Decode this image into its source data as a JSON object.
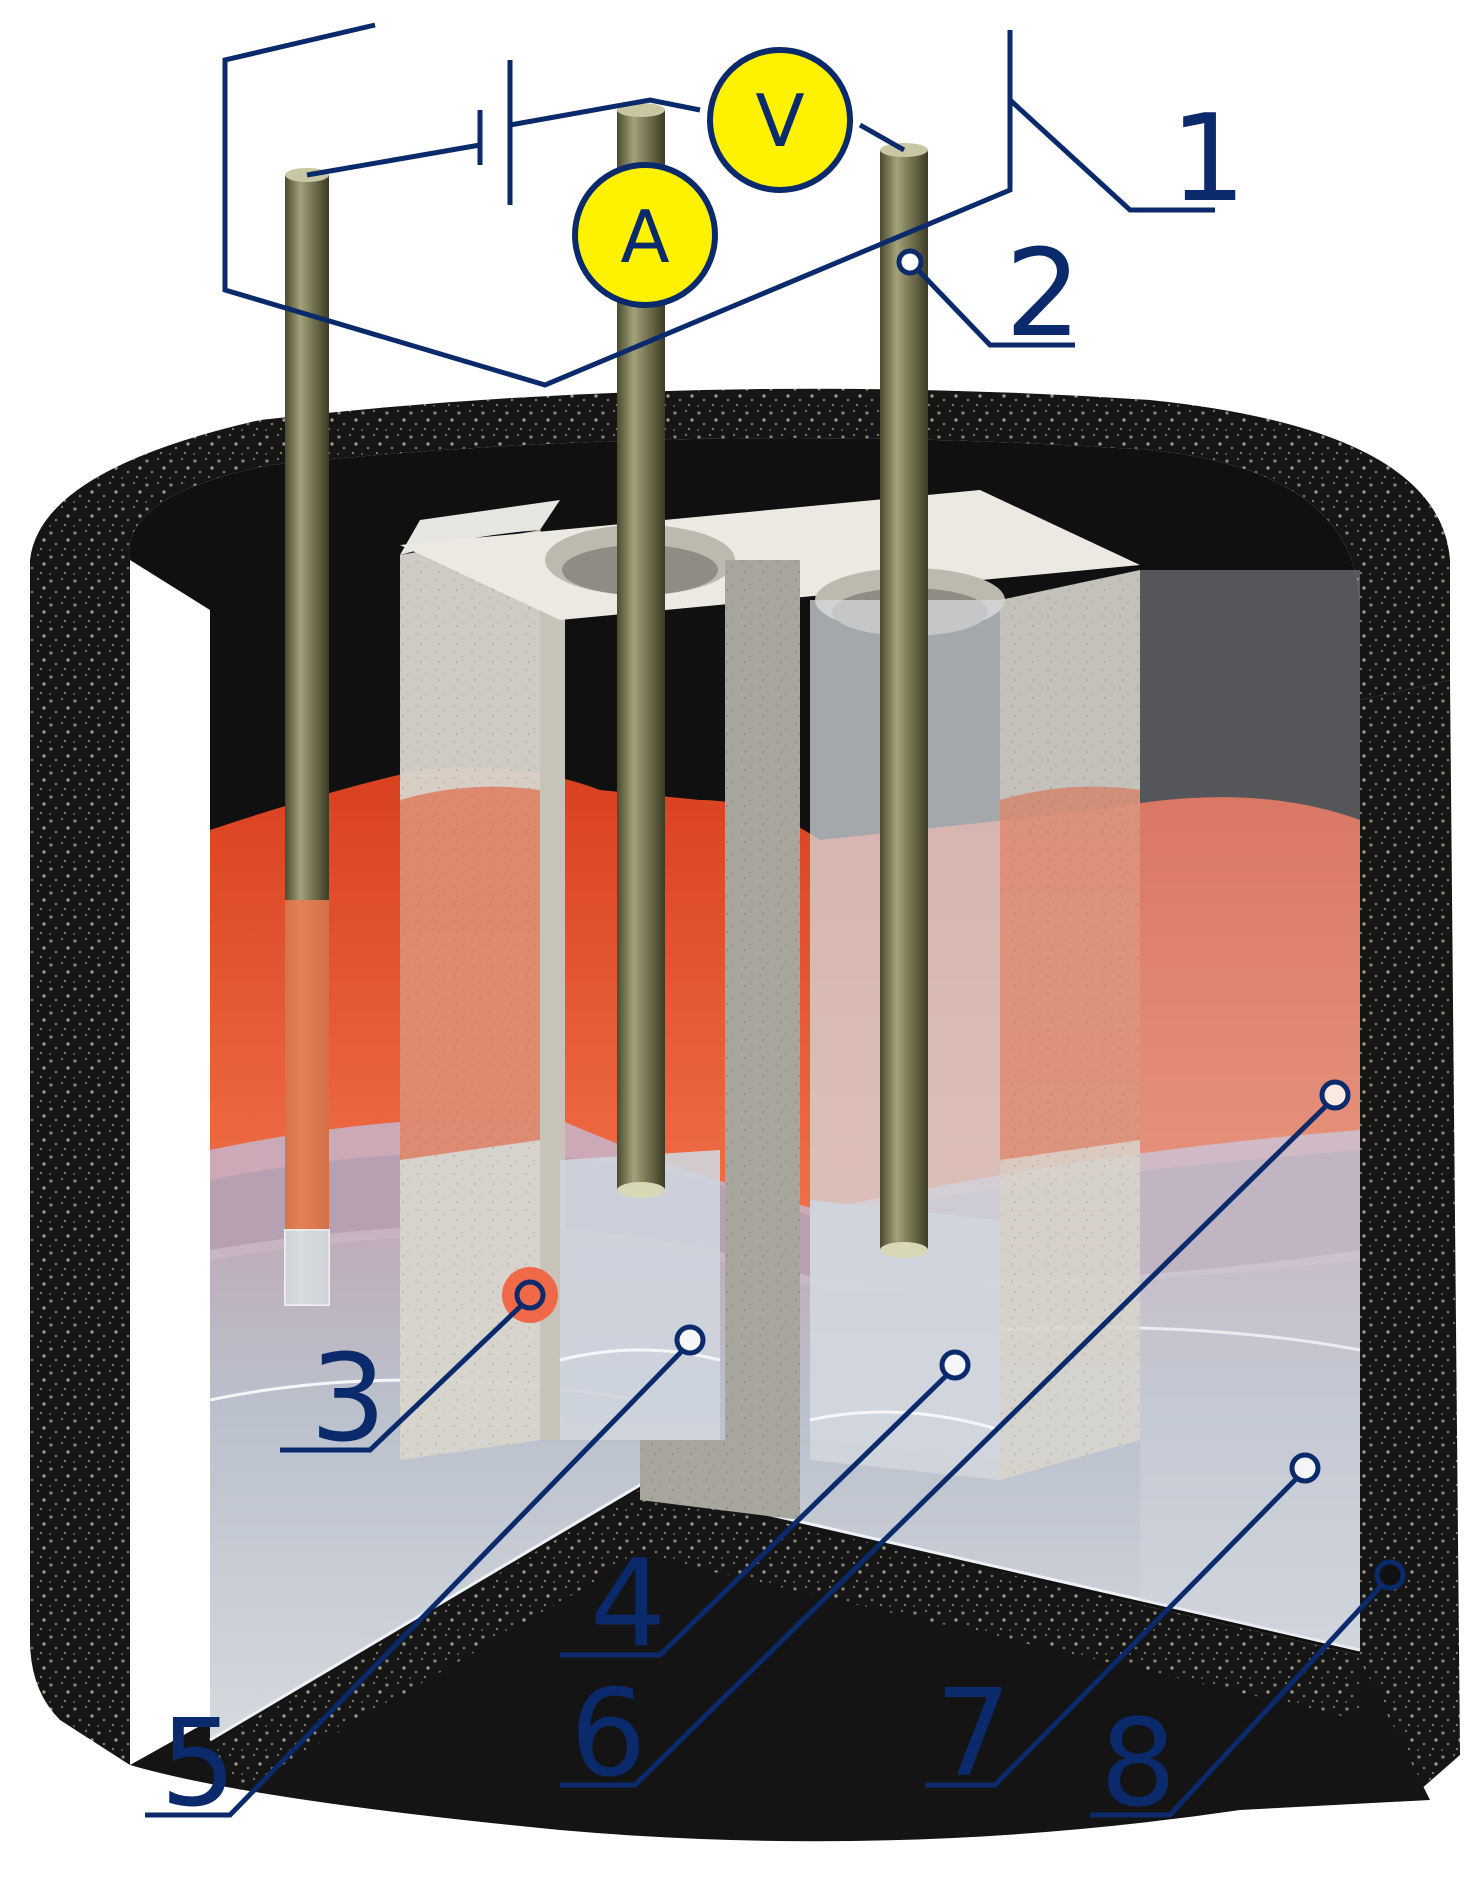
{
  "diagram": {
    "callouts": [
      "1",
      "2",
      "3",
      "4",
      "5",
      "6",
      "7",
      "8"
    ],
    "meters": {
      "ammeter": "A",
      "voltmeter": "V"
    },
    "colors": {
      "wire": "#0b2a6b",
      "meter_fill": "#fff200",
      "insulation": "#1a1a1a",
      "crucible": "#d9d6cf",
      "molten_layer": "#e2502a",
      "lower_layer": "#c7cfdb",
      "electrode": "#6f6e4a"
    }
  }
}
